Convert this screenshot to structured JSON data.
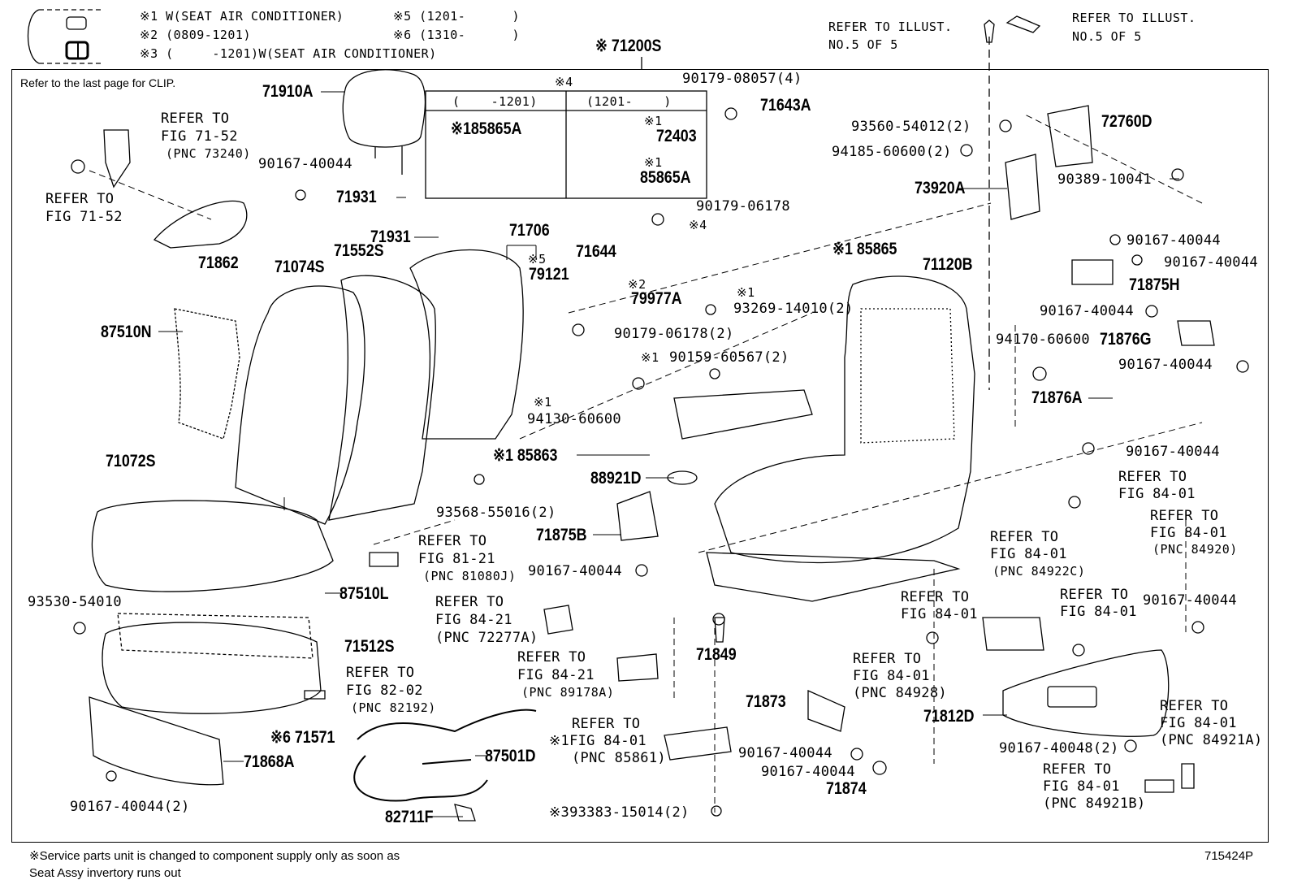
{
  "header": {
    "note1": "※1 W(SEAT AIR CONDITIONER)",
    "note2": "※2 (0809-1201)",
    "note3": "※3 (     -1201)W(SEAT AIR CONDITIONER)",
    "note5": "※5 (1201-      )",
    "note6": "※6 (1310-      )",
    "assy": "※ 71200S",
    "refer_left_1": "REFER TO ILLUST.",
    "refer_left_2": "NO.5 OF 5",
    "refer_right_1": "REFER TO ILLUST.",
    "refer_right_2": "NO.5 OF 5"
  },
  "frame_note": "Refer to the last page for CLIP.",
  "inset": {
    "title": "※4",
    "col1": "(    -1201)",
    "col2": "(1201-    )",
    "p1": "※185865A",
    "p2a": "※1",
    "p2": "72403",
    "p3a": "※1",
    "p3": "85865A"
  },
  "labels": [
    "71910A",
    "REFER TO",
    "FIG 71-52",
    "(PNC 73240)",
    "90167-40044",
    "REFER TO",
    "FIG 71-52",
    "71931",
    "71931",
    "71862",
    "71074S",
    "71552S",
    "71706",
    "※5",
    "79121",
    "87510N",
    "90179-08057(4)",
    "71643A",
    "90179-06178",
    "※4",
    "71644",
    "※2",
    "79977A",
    "※1",
    "93269-14010(2)",
    "90179-06178(2)",
    "※1 85865",
    "93560-54012(2)",
    "72760D",
    "94185-60600(2)",
    "73920A",
    "90389-10041",
    "71120B",
    "90167-40044",
    "90167-40044",
    "71875H",
    "90167-40044",
    "71876G",
    "94170-60600",
    "90167-40044",
    "71876A",
    "90167-40044",
    "※1",
    "90159-60567(2)",
    "※1",
    "94130-60600",
    "※1 85863",
    "88921D",
    "71072S",
    "93568-55016(2)",
    "REFER TO",
    "FIG 81-21",
    "(PNC 81080J)",
    "71875B",
    "90167-40044",
    "87510L",
    "93530-54010",
    "71512S",
    "REFER TO",
    "FIG 84-21",
    "(PNC 72277A)",
    "REFER TO",
    "FIG 84-21",
    "(PNC 89178A)",
    "71849",
    "REFER TO",
    "FIG 84-01",
    "REFER TO",
    "FIG 84-01",
    "(PNC 84920)",
    "REFER TO",
    "FIG 84-01",
    "(PNC 84922C)",
    "REFER TO",
    "FIG 84-01",
    "REFER TO",
    "FIG 84-01",
    "90167-40044",
    "REFER TO",
    "FIG 84-01",
    "(PNC 84928)",
    "REFER TO",
    "FIG 82-02",
    "(PNC 82192)",
    "※6 71571",
    "71868A",
    "87501D",
    "REFER TO",
    "※1FIG 84-01",
    "(PNC 85861)",
    "71873",
    "90167-40044",
    "90167-40044",
    "71874",
    "71812D",
    "90167-40048(2)",
    "REFER TO",
    "FIG 84-01",
    "(PNC 84921A)",
    "REFER TO",
    "FIG 84-01",
    "(PNC 84921B)",
    "90167-40044(2)",
    "82711F",
    "※393383-15014(2)"
  ],
  "footer": {
    "line1": "※Service parts unit is changed to component supply only as soon as",
    "line2": "Seat Assy invertory runs out",
    "code": "715424P"
  }
}
